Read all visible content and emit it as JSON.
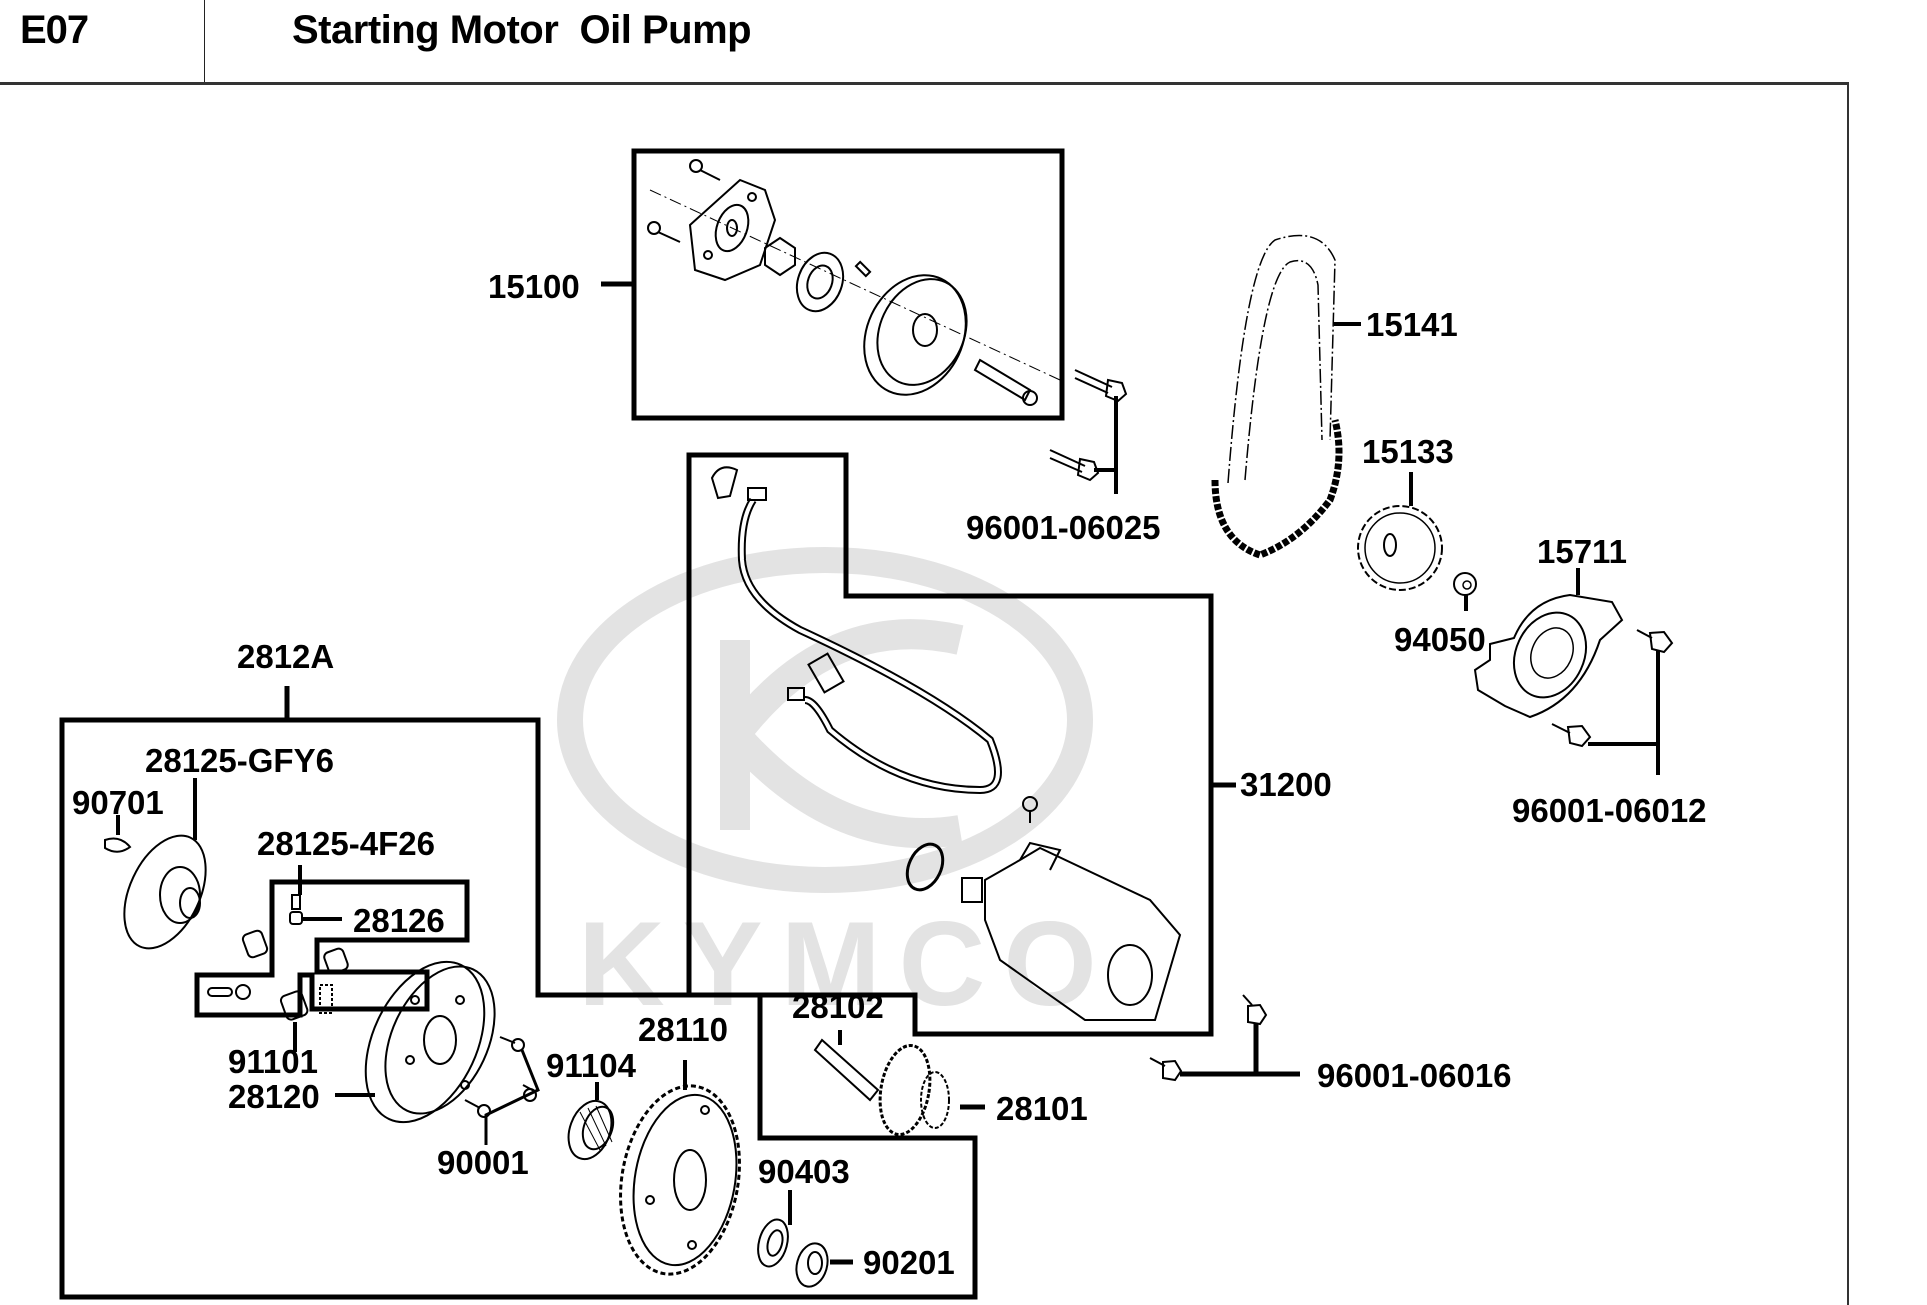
{
  "header": {
    "section_code": "E07",
    "title": "Starting Motor  Oil Pump"
  },
  "watermark": {
    "brand": "KYMCO",
    "color": "#e3e3e3"
  },
  "groups": [
    {
      "id": "oil-pump-assembly",
      "part_no": "15100"
    },
    {
      "id": "starting-motor-assembly",
      "part_no": "31200"
    },
    {
      "id": "starting-clutch-assembly",
      "part_no": "2812A"
    },
    {
      "id": "one-way-clutch-subassembly",
      "part_no": "28125-4F26"
    }
  ],
  "parts": {
    "p15100": "15100",
    "p15141": "15141",
    "p15133": "15133",
    "p15711": "15711",
    "p94050": "94050",
    "p96001_06025": "96001-06025",
    "p96001_06012": "96001-06012",
    "p31200": "31200",
    "p2812A": "2812A",
    "p28125_GFY6": "28125-GFY6",
    "p90701": "90701",
    "p28125_4F26": "28125-4F26",
    "p28126": "28126",
    "p91101": "91101",
    "p28120": "28120",
    "p90001": "90001",
    "p91104": "91104",
    "p28110": "28110",
    "p28102": "28102",
    "p28101": "28101",
    "p90403": "90403",
    "p90201": "90201",
    "p96001_06016": "96001-06016"
  },
  "colors": {
    "ink": "#000000",
    "frame": "#333333",
    "background": "#ffffff"
  }
}
